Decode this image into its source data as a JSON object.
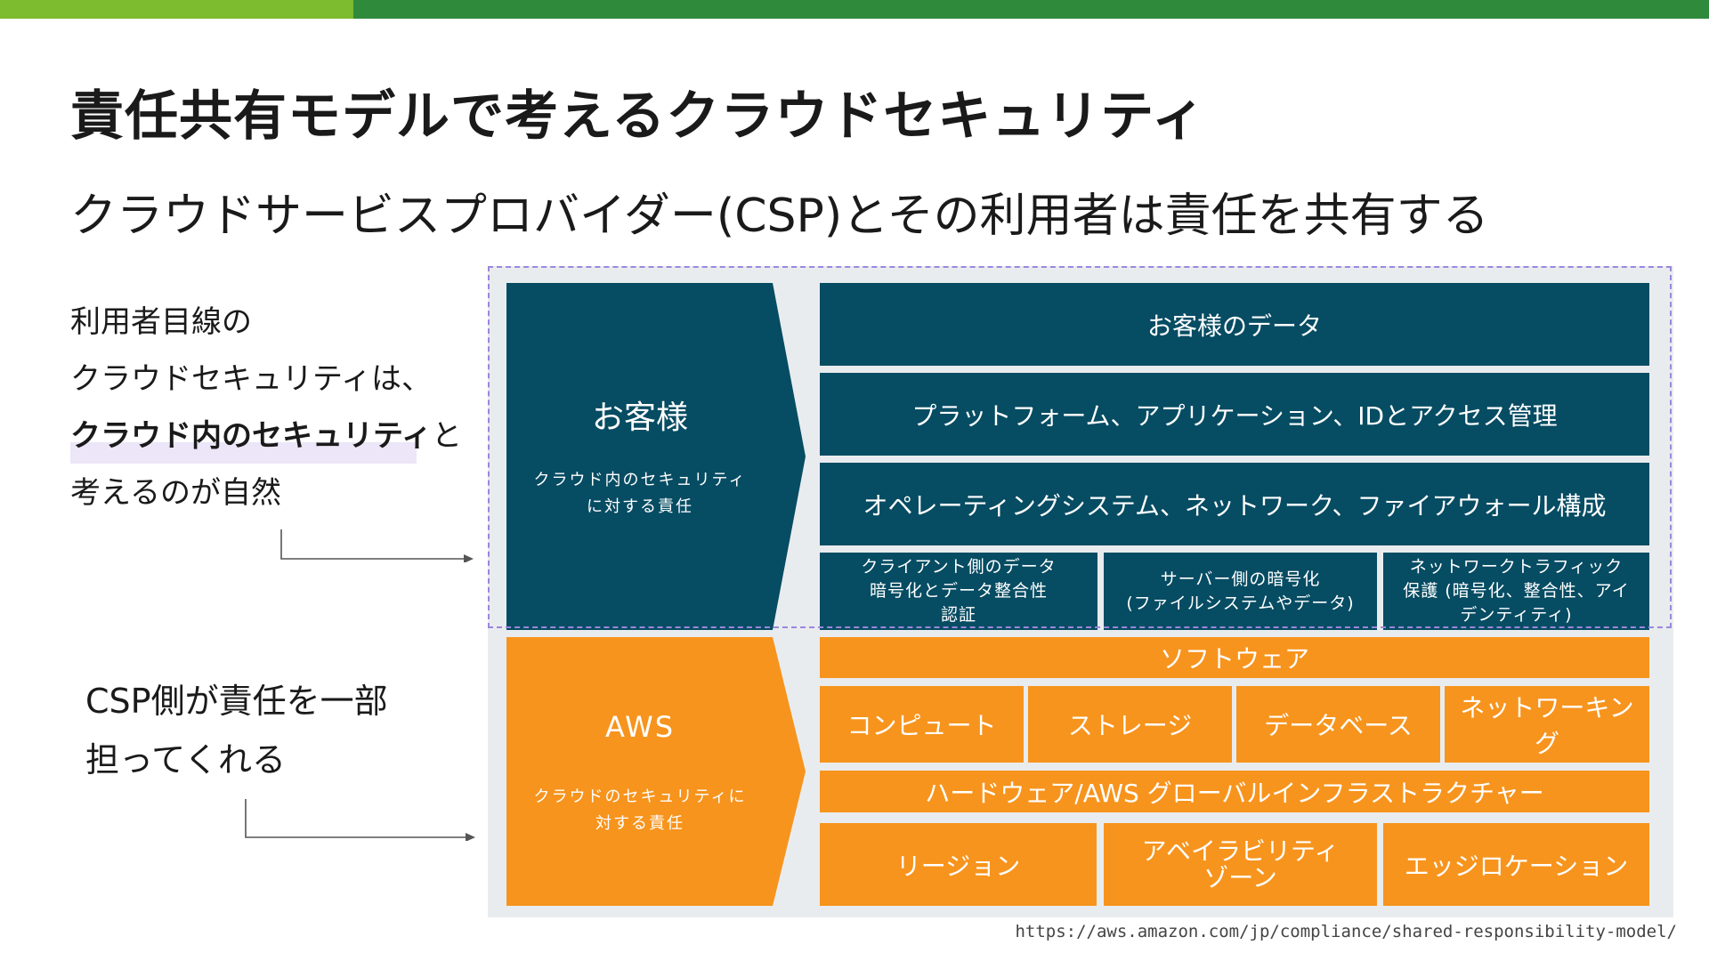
{
  "header": {
    "title": "責任共有モデルで考えるクラウドセキュリティ",
    "subtitle": "クラウドサービスプロバイダー(CSP)とその利用者は責任を共有する"
  },
  "notes": {
    "user_line1": "利用者目線の",
    "user_line2": "クラウドセキュリティは、",
    "user_line3_bold": "クラウド内のセキュリティ",
    "user_line3_rest": "と",
    "user_line4": "考えるのが自然",
    "csp_line1": "CSP側が責任を一部",
    "csp_line2": "担ってくれる"
  },
  "diagram": {
    "customer": {
      "title": "お客様",
      "sub1": "クラウド内のセキュリティ",
      "sub2": "に対する責任"
    },
    "customer_layers": {
      "data": "お客様のデータ",
      "platform": "プラットフォーム、アプリケーション、IDとアクセス管理",
      "os": "オペレーティングシステム、ネットワーク、ファイアウォール構成",
      "client_enc_1": "クライアント側のデータ",
      "client_enc_2": "暗号化とデータ整合性",
      "client_enc_3": "認証",
      "server_enc_1": "サーバー側の暗号化",
      "server_enc_2": "(ファイルシステムやデータ)",
      "net_1": "ネットワークトラフィック",
      "net_2": "保護 (暗号化、整合性、アイ",
      "net_3": "デンティティ)"
    },
    "aws": {
      "title": "AWS",
      "sub1": "クラウドのセキュリティに",
      "sub2": "対する責任"
    },
    "aws_layers": {
      "software": "ソフトウェア",
      "compute": "コンピュート",
      "storage": "ストレージ",
      "database": "データベース",
      "networking": "ネットワーキング",
      "hardware": "ハードウェア/AWS グローバルインフラストラクチャー",
      "regions": "リージョン",
      "az_1": "アベイラビリティ",
      "az_2": "ゾーン",
      "edge": "エッジロケーション"
    }
  },
  "source_url": "https://aws.amazon.com/jp/compliance/shared-responsibility-model/",
  "colors": {
    "topbar_light": "#7dbb2f",
    "topbar_dark": "#2f8a3c",
    "customer_teal": "#064c63",
    "aws_orange": "#f7941d",
    "dashed_border": "#9c86dc"
  }
}
